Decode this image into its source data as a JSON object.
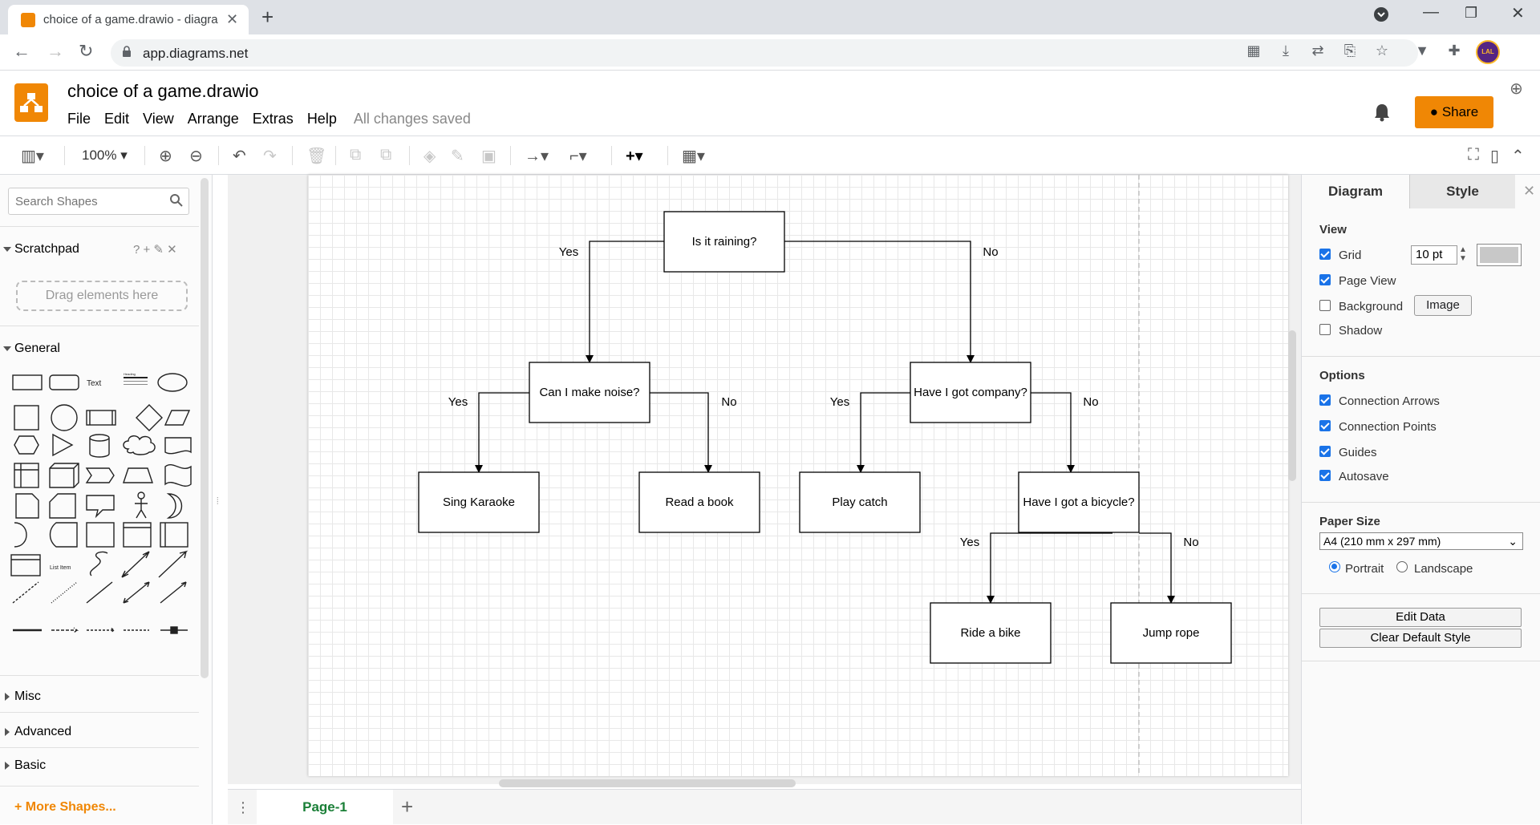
{
  "browser": {
    "tab_title": "choice of a game.drawio - diagra",
    "url": "app.diagrams.net"
  },
  "app": {
    "doc_title": "choice of a game.drawio",
    "menu": [
      "File",
      "Edit",
      "View",
      "Arrange",
      "Extras",
      "Help"
    ],
    "save_status": "All changes saved",
    "share_label": "Share"
  },
  "toolbar": {
    "zoom": "100%"
  },
  "left_panel": {
    "search_placeholder": "Search Shapes",
    "scratchpad_title": "Scratchpad",
    "scratchpad_tools": "? + ✎ ✕",
    "drop_text": "Drag elements here",
    "general_title": "General",
    "shape_text_label": "Text",
    "shape_heading_label": "Heading",
    "shape_listitem_label": "List Item",
    "sections_closed": [
      "Misc",
      "Advanced",
      "Basic"
    ],
    "more_shapes": "+ More Shapes..."
  },
  "diagram": {
    "nodes": {
      "raining": "Is it raining?",
      "noise": "Can I make noise?",
      "company": "Have I got company?",
      "karaoke": "Sing Karaoke",
      "book": "Read a book",
      "catch": "Play catch",
      "bicycle": "Have I got a bicycle?",
      "bike": "Ride a bike",
      "rope": "Jump rope"
    },
    "edge_labels": {
      "raining_yes": "Yes",
      "raining_no": "No",
      "noise_yes": "Yes",
      "noise_no": "No",
      "company_yes": "Yes",
      "company_no": "No",
      "bicycle_yes": "Yes",
      "bicycle_no": "No"
    }
  },
  "pages": {
    "active_page": "Page-1"
  },
  "right_panel": {
    "tab_diagram": "Diagram",
    "tab_style": "Style",
    "view_heading": "View",
    "grid_label": "Grid",
    "grid_size": "10 pt",
    "grid_color": "#c8c8c8",
    "page_view_label": "Page View",
    "background_label": "Background",
    "image_button": "Image",
    "shadow_label": "Shadow",
    "options_heading": "Options",
    "connection_arrows": "Connection Arrows",
    "connection_points": "Connection Points",
    "guides": "Guides",
    "autosave": "Autosave",
    "paper_size_heading": "Paper Size",
    "paper_size_value": "A4 (210 mm x 297 mm)",
    "portrait": "Portrait",
    "landscape": "Landscape",
    "edit_data": "Edit Data",
    "clear_default_style": "Clear Default Style"
  },
  "colors": {
    "accent": "#f08705",
    "check_blue": "#1a73e8",
    "page_tab_text": "#1a7f37"
  }
}
